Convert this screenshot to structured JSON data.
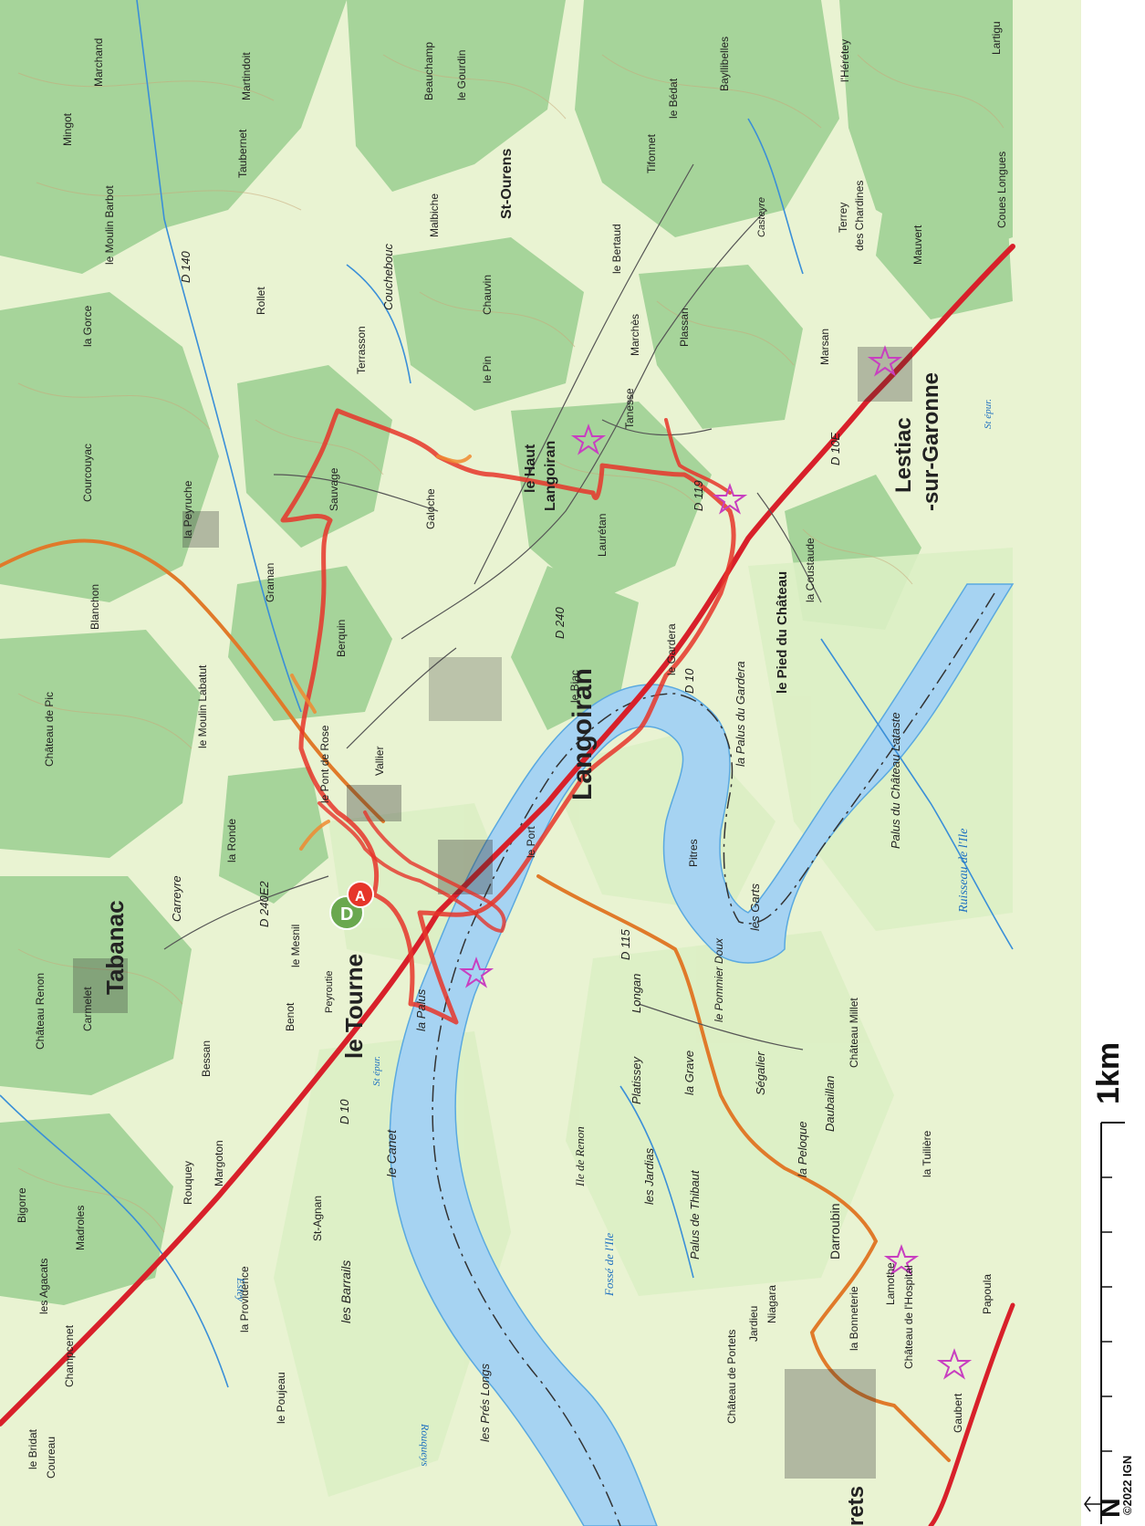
{
  "map": {
    "colors": {
      "land": "#e9f3d2",
      "forest": "#a6d49a",
      "vineyard": "#cfe6b6",
      "river": "#a6d3f2",
      "route_hike": "#e6352a",
      "route_alt": "#f08a30",
      "road_main": "#d8202a",
      "road_secondary": "#e07a2a",
      "poi": "#c83fc0"
    },
    "places": [
      {
        "id": "langoiran",
        "label": "Langoiran",
        "size": "big"
      },
      {
        "id": "le-tourne",
        "label": "le Tourne",
        "size": "big"
      },
      {
        "id": "tabanac",
        "label": "Tabanac",
        "size": "big"
      },
      {
        "id": "lestiac",
        "label": "Lestiac",
        "size": "big"
      },
      {
        "id": "sur-garonne",
        "label": "-sur-Garonne",
        "size": "big"
      },
      {
        "id": "le-haut",
        "label": "le Haut",
        "size": "big"
      },
      {
        "id": "langoiran-haut",
        "label": "Langoiran",
        "size": "big"
      },
      {
        "id": "pied-chateau",
        "label": "le Pied du Château",
        "size": "medium"
      },
      {
        "id": "st-ourens",
        "label": "St-Ourens",
        "size": "big"
      },
      {
        "id": "sauvage",
        "label": "Sauvage",
        "size": "small"
      },
      {
        "id": "galoche",
        "label": "Galoche",
        "size": "small"
      },
      {
        "id": "berquin",
        "label": "Berquin",
        "size": "small"
      },
      {
        "id": "graman",
        "label": "Graman",
        "size": "small"
      },
      {
        "id": "blanchon",
        "label": "Blanchon",
        "size": "small"
      },
      {
        "id": "peyruche",
        "label": "la Peyruche",
        "size": "small"
      },
      {
        "id": "rollet",
        "label": "Rollet",
        "size": "small"
      },
      {
        "id": "terrasson",
        "label": "Terrasson",
        "size": "small"
      },
      {
        "id": "couchebouc",
        "label": "Couchebouc",
        "size": "small"
      },
      {
        "id": "le-pin",
        "label": "le Pin",
        "size": "small"
      },
      {
        "id": "chauvin",
        "label": "Chauvin",
        "size": "small"
      },
      {
        "id": "malbiche",
        "label": "Malbiche",
        "size": "small"
      },
      {
        "id": "beauchamp",
        "label": "Beauchamp",
        "size": "small"
      },
      {
        "id": "martindoit",
        "label": "Martindoit",
        "size": "small"
      },
      {
        "id": "marchand",
        "label": "Marchand",
        "size": "small"
      },
      {
        "id": "mingot",
        "label": "Mingot",
        "size": "small"
      },
      {
        "id": "taubernet",
        "label": "Taubernet",
        "size": "small"
      },
      {
        "id": "courcouyac",
        "label": "Courcouyac",
        "size": "small"
      },
      {
        "id": "la-gorce",
        "label": "la Gorce",
        "size": "small"
      },
      {
        "id": "tanesse",
        "label": "Tanesse",
        "size": "small"
      },
      {
        "id": "marches",
        "label": "Marchès",
        "size": "small"
      },
      {
        "id": "plassan",
        "label": "Plassan",
        "size": "small"
      },
      {
        "id": "lauretan",
        "label": "Laurétan",
        "size": "small"
      },
      {
        "id": "le-bertaud",
        "label": "le Bertaud",
        "size": "small"
      },
      {
        "id": "tifonnet",
        "label": "Tifonnet",
        "size": "small"
      },
      {
        "id": "bayllibelles",
        "label": "Bayllibelles",
        "size": "small"
      },
      {
        "id": "casteyre",
        "label": "Casteyre",
        "size": "small"
      },
      {
        "id": "terrey",
        "label": "Terrey",
        "size": "small"
      },
      {
        "id": "chardines",
        "label": "des Chardines",
        "size": "small"
      },
      {
        "id": "mauvert",
        "label": "Mauvert",
        "size": "small"
      },
      {
        "id": "marsan",
        "label": "Marsan",
        "size": "small"
      },
      {
        "id": "coues-longues",
        "label": "Coues Longues",
        "size": "small"
      },
      {
        "id": "lartigue",
        "label": "Lartigu",
        "size": "small"
      },
      {
        "id": "la-coustaude",
        "label": "la Coustaude",
        "size": "small"
      },
      {
        "id": "le-biac",
        "label": "le Biac",
        "size": "small"
      },
      {
        "id": "le-port",
        "label": "le Port",
        "size": "small"
      },
      {
        "id": "pont-de-rose",
        "label": "le Pont de Rose",
        "size": "small"
      },
      {
        "id": "vallier",
        "label": "Vallier",
        "size": "small"
      },
      {
        "id": "le-mesnil",
        "label": "le Mesnil",
        "size": "small"
      },
      {
        "id": "la-ronde",
        "label": "la Ronde",
        "size": "small"
      },
      {
        "id": "carreyre",
        "label": "Carreyre",
        "size": "small"
      },
      {
        "id": "peyroutie",
        "label": "Peyroutie",
        "size": "small"
      },
      {
        "id": "benot",
        "label": "Benot",
        "size": "small"
      },
      {
        "id": "bessan",
        "label": "Bessan",
        "size": "small"
      },
      {
        "id": "carmelet",
        "label": "Carmelet",
        "size": "small"
      },
      {
        "id": "chateau-renon",
        "label": "Château Renon",
        "size": "small"
      },
      {
        "id": "margoton",
        "label": "Margoton",
        "size": "small"
      },
      {
        "id": "rouquey",
        "label": "Rouquey",
        "size": "small"
      },
      {
        "id": "bigorre",
        "label": "Bigorre",
        "size": "small"
      },
      {
        "id": "madroles",
        "label": "Madroles",
        "size": "small"
      },
      {
        "id": "les-agacats",
        "label": "les Agacats",
        "size": "small"
      },
      {
        "id": "champcenet",
        "label": "Champcenet",
        "size": "small"
      },
      {
        "id": "le-bridat",
        "label": "le Bridat",
        "size": "small"
      },
      {
        "id": "coureau",
        "label": "Coureau",
        "size": "small"
      },
      {
        "id": "la-providence",
        "label": "la Providence",
        "size": "small"
      },
      {
        "id": "le-poujeau",
        "label": "le Poujeau",
        "size": "small"
      },
      {
        "id": "st-agnan",
        "label": "St-Agnan",
        "size": "small"
      },
      {
        "id": "les-barrails",
        "label": "les Barrails",
        "size": "small"
      },
      {
        "id": "le-canet",
        "label": "le Canet",
        "size": "small"
      },
      {
        "id": "la-palus",
        "label": "la Palus",
        "size": "small"
      },
      {
        "id": "les-pres-longs",
        "label": "les Prés Longs",
        "size": "small"
      },
      {
        "id": "pitres",
        "label": "Pitres",
        "size": "small"
      },
      {
        "id": "les-garts",
        "label": "les Garts",
        "size": "small"
      },
      {
        "id": "longan",
        "label": "Longan",
        "size": "small"
      },
      {
        "id": "le-pommier",
        "label": "le Pommier Doux",
        "size": "small"
      },
      {
        "id": "platissey",
        "label": "Platissey",
        "size": "small"
      },
      {
        "id": "la-grave",
        "label": "la Grave",
        "size": "small"
      },
      {
        "id": "segalier",
        "label": "Ségalier",
        "size": "small"
      },
      {
        "id": "la-peloque",
        "label": "la Peloque",
        "size": "small"
      },
      {
        "id": "daubaillan",
        "label": "Daubaillan",
        "size": "small"
      },
      {
        "id": "chateau-millet",
        "label": "Château Millet",
        "size": "small"
      },
      {
        "id": "les-jardias",
        "label": "les Jardias",
        "size": "small"
      },
      {
        "id": "palus-thibaut",
        "label": "Palus de Thibaut",
        "size": "small"
      },
      {
        "id": "darroubin",
        "label": "Darroubin",
        "size": "small"
      },
      {
        "id": "la-tuiliere",
        "label": "la Tuilière",
        "size": "small"
      },
      {
        "id": "lamothe",
        "label": "Lamothe",
        "size": "small"
      },
      {
        "id": "niagara",
        "label": "Niagara",
        "size": "small"
      },
      {
        "id": "jardieu",
        "label": "Jardieu",
        "size": "small"
      },
      {
        "id": "chateau-hospital",
        "label": "Château de l'Hospital",
        "size": "small"
      },
      {
        "id": "la-bonneterie",
        "label": "la Bonneterie",
        "size": "small"
      },
      {
        "id": "chateau-portets",
        "label": "Château de Portets",
        "size": "small"
      },
      {
        "id": "papoula",
        "label": "Papoula",
        "size": "small"
      },
      {
        "id": "gaubert",
        "label": "Gaubert",
        "size": "small"
      },
      {
        "id": "palus-gardera",
        "label": "la Palus du Gardera",
        "size": "small"
      },
      {
        "id": "palus-latate",
        "label": "Palus du Château Lataste",
        "size": "small"
      },
      {
        "id": "le-gardera",
        "label": "le Gardera",
        "size": "small"
      },
      {
        "id": "moulin-barbot",
        "label": "le Moulin Barbot",
        "size": "small"
      },
      {
        "id": "moulin-labatut",
        "label": "le Moulin Labatut",
        "size": "small"
      },
      {
        "id": "chateau-pic",
        "label": "Château de Pic",
        "size": "small"
      },
      {
        "id": "le-gourdin",
        "label": "le Gourdin",
        "size": "small"
      },
      {
        "id": "le-bedat",
        "label": "le Bédat",
        "size": "small"
      },
      {
        "id": "lheretey",
        "label": "l'Hérétey",
        "size": "small"
      },
      {
        "id": "rets",
        "label": "rets",
        "size": "big"
      }
    ],
    "roads": [
      {
        "id": "d10-a",
        "label": "D 10"
      },
      {
        "id": "d10-b",
        "label": "D 10"
      },
      {
        "id": "d240",
        "label": "D 240"
      },
      {
        "id": "d140",
        "label": "D 140"
      },
      {
        "id": "d115",
        "label": "D 115"
      },
      {
        "id": "d119",
        "label": "D 119"
      },
      {
        "id": "d240e2",
        "label": "D 240E2"
      },
      {
        "id": "d10e",
        "label": "D 10E"
      }
    ],
    "water": [
      {
        "id": "ile-renon",
        "label": "Ile de Renon"
      },
      {
        "id": "fosse-ile",
        "label": "Fossé de l'Ile"
      },
      {
        "id": "ruisseau-ile",
        "label": "Ruisseau de l'Ile"
      },
      {
        "id": "rouqueys",
        "label": "Rouqueys"
      },
      {
        "id": "estey",
        "label": "Estey"
      },
      {
        "id": "st-epur-1",
        "label": "St épur."
      },
      {
        "id": "st-epur-2",
        "label": "St épur."
      }
    ],
    "start_marker_label": "D",
    "finish_marker_label": "A",
    "scale_label": "1km",
    "north_label": "N",
    "copyright": "©2022 IGN"
  }
}
